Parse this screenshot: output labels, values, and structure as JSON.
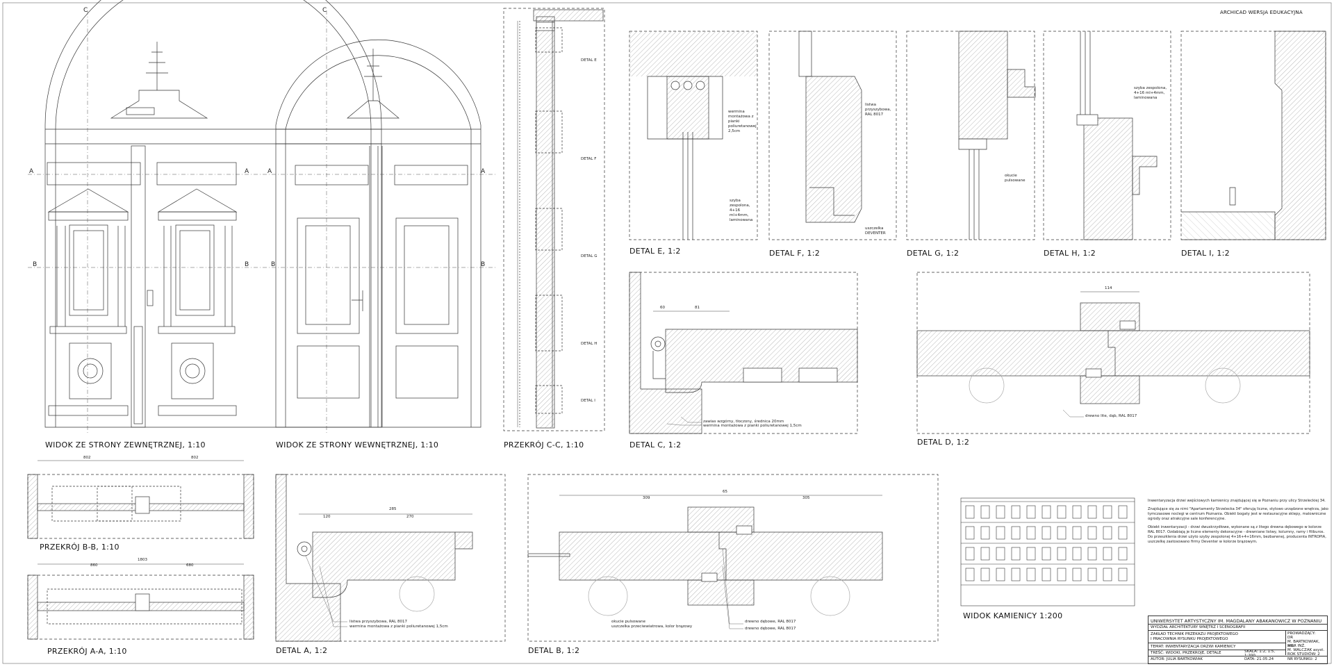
{
  "watermark": "ARCHICAD WERSJA EDUKACYJNA",
  "views": {
    "exterior": "WIDOK ZE STRONY ZEWNĘTRZNEJ, 1:10",
    "interior": "WIDOK ZE STRONY WEWNĘTRZNEJ, 1:10",
    "section_cc": "PRZEKRÓJ C-C, 1:10",
    "section_bb": "PRZEKRÓJ B-B, 1:10",
    "section_aa": "PRZEKRÓJ A-A, 1:10",
    "tenement": "WIDOK KAMIENICY 1:200"
  },
  "details": {
    "e": "DETAL E, 1:2",
    "f": "DETAL F, 1:2",
    "g": "DETAL G, 1:2",
    "h": "DETAL H, 1:2",
    "i": "DETAL I, 1:2",
    "c": "DETAL C, 1:2",
    "d": "DETAL D, 1:2",
    "a": "DETAL A, 1:2",
    "b": "DETAL B, 1:2"
  },
  "section_markers": [
    "A",
    "B",
    "C"
  ],
  "cc_callouts": [
    "DETAL E",
    "DETAL F",
    "DETAL G",
    "DETAL H",
    "DETAL I"
  ],
  "dims": {
    "d_width": "114",
    "c_a": "60",
    "c_b": "81",
    "b_total": "65",
    "b_left": "309",
    "b_right": "305",
    "a_left": "120",
    "a_mid": "285",
    "a_right": "270",
    "bb_total": "802",
    "bb_half": "802",
    "aa_total": "1803",
    "aa_left": "860",
    "aa_right": "680"
  },
  "notes": {
    "c_n1": "zawias wzgórny, tłoczony, średnica 20mm",
    "c_n2": "wermina montażowa z pianki poliuretanowej 1,5cm",
    "d_n1": "drewno lite, dąb, RAL 8017",
    "e_n1": "wermina montażowa z pianki poliuretanowej 2,5cm",
    "e_n2": "szyba zespolona, 4+16 ml+4mm, laminowana",
    "f_n1": "listwa przyszybowa, RAL 8017",
    "f_n2": "uszczelka DEVENTER",
    "g_n1": "okucie pulsowane",
    "h_n1": "szyba zespolona, 4+16 ml+4mm, laminowana",
    "a_n1": "listwa przyszybowa, RAL 8017",
    "a_n2": "wermina montażowa z pianki poliuretanowej 1,5cm",
    "b_n1": "okucie pulsowane",
    "b_n2": "uszczelka przeciwwiatrowa, kolor brązowy",
    "b_n3": "drewno dębowe, RAL 8017",
    "b_n4": "drewno dębowe, RAL 8017"
  },
  "description": [
    "Inwentaryzacja drzwi wejściowych kamienicy znajdującej się w Poznaniu przy ulicy Strzeleckiej 34.",
    "Znajdujące się za nimi \"Apartamenty Strzelecka 34\" oferują liczne, stylowo urządzone wnętrza, jako tymczasowe noclegi w centrum Poznania. Obiekt bogaty jest w restauracyjne sklepy, malowniczne ogrody oraz atrakcyjne sale konferencyjne.",
    "Obiekt inwentaryzacji - drzwi dwuskrzydłowe, wykonane są z litego drewna dębowego w kolorze RAL 8017. Ozdabiają je liczne elementy dekoracyjne - drewniane listwy, kolumny, ramy i filiburos. Do przeszklenia drzwi użyto szyby zespolonej 4+16+4+16mm, bezbarwnej, producenta INTROPIA, uszczelkę zastosowano firmy Deventer w kolorze brązowym."
  ],
  "title_block": {
    "university": "UNIWERSYTET ARTYSTYCZNY IM. MAGDALANY ABAKANOWICZ W POZNANIU",
    "faculty": "WYDZIAŁ ARCHITEKTURY WNĘTRZ I SCENOGRAFII",
    "department_1": "ZAKŁAD TECHNIK PRZEKAZU PROJEKTOWEGO",
    "department_2": "I PRACOWNIA RYSUNKU PROJEKTOWEGO",
    "supervisors_label": "PROWADZĄCY:",
    "supervisor_1": "DR",
    "supervisor_2": "M. BARTKOWIAK, adi.",
    "supervisor_3": "MGR INŻ.",
    "supervisor_4": "M. WALCZAK asyst.",
    "topic": "TEMAT: INWENTARYZACJA DRZWI KAMIENICY",
    "content": "TREŚĆ: WIDOKI, PRZEKROJE, DETALE",
    "scale": "SKALA: 1:2, 1:5, 1:200",
    "year": "ROK STUDIÓW: 2",
    "author": "AUTOR: JULIA BARTKOWIAK",
    "date": "DATA: 21.05.24",
    "sheet": "NR RYSUNKU: 2"
  }
}
